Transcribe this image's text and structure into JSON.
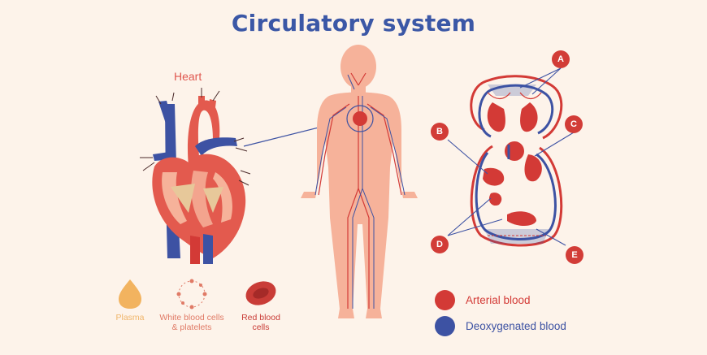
{
  "title": "Circulatory system",
  "heart": {
    "label": "Heart"
  },
  "components": [
    {
      "label": "Plasma"
    },
    {
      "label_line1": "White blood cells",
      "label_line2": "& platelets"
    },
    {
      "label_line1": "Red blood",
      "label_line2": "cells"
    }
  ],
  "legend": {
    "arterial": "Arterial blood",
    "deoxygenated": "Deoxygenated blood"
  },
  "callouts": [
    "A",
    "B",
    "C",
    "D",
    "E"
  ],
  "colors": {
    "arterial": "#d33a36",
    "deoxygenated": "#3d52a3",
    "title": "#3b57a6",
    "background": "#fdf3ea",
    "skin": "#f6b29a"
  }
}
